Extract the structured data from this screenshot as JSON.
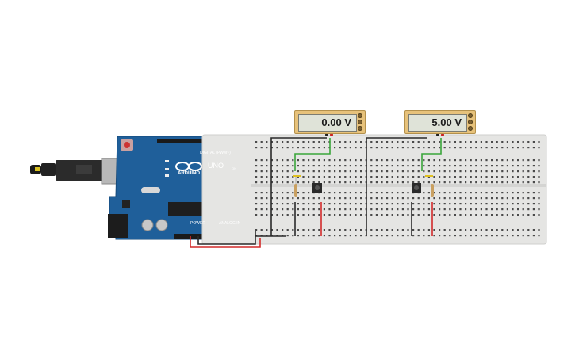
{
  "meters": [
    {
      "reading": "0.00 V"
    },
    {
      "reading": "5.00 V"
    }
  ],
  "arduino": {
    "brand": "ARDUINO",
    "model": "UNO",
    "digital_label": "DIGITAL (PWM~)",
    "power_label": "POWER",
    "analog_label": "ANALOG IN",
    "on_label": "ON"
  },
  "colors": {
    "board": "#1f5f9a",
    "breadboard": "#e5e5e3",
    "wire_black": "#2a2a2a",
    "wire_red": "#d22a2a",
    "wire_green": "#3aa63a",
    "meter_body": "#e7c27b"
  }
}
